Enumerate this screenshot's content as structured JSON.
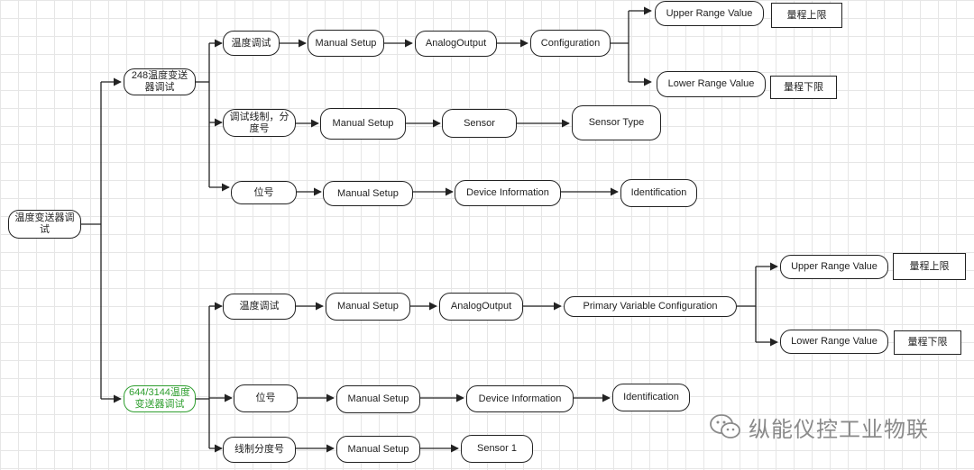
{
  "nodes": {
    "root": "温度变送器调试",
    "b248": "248温度变送器调试",
    "b644": "644/3144温度变送器调试",
    "t1": "温度调试",
    "ms1": "Manual Setup",
    "ao1": "AnalogOutput",
    "cfg1": "Configuration",
    "urv1": "Upper Range Value",
    "lrv1": "Lower Range Value",
    "up1": "量程上限",
    "lo1": "量程下限",
    "s1": "调试线制，分度号",
    "ms2": "Manual Setup",
    "sensor": "Sensor",
    "stype": "Sensor Type",
    "tag1": "位号",
    "ms3": "Manual Setup",
    "di1": "Device Information",
    "id1": "Identification",
    "t2": "温度调试",
    "ms4": "Manual Setup",
    "ao2": "AnalogOutput",
    "pvc": "Primary Variable Configuration",
    "urv2": "Upper Range Value",
    "lrv2": "Lower Range Value",
    "up2": "量程上限",
    "lo2": "量程下限",
    "tag2": "位号",
    "ms5": "Manual Setup",
    "di2": "Device Information",
    "id2": "Identification",
    "s2": "线制分度号",
    "ms6": "Manual Setup",
    "sensor1": "Sensor 1"
  },
  "watermark": "纵能仪控工业物联",
  "colors": {
    "green_node": "#2e9e2e",
    "line": "#222222",
    "grid": "#e6e6e6"
  }
}
